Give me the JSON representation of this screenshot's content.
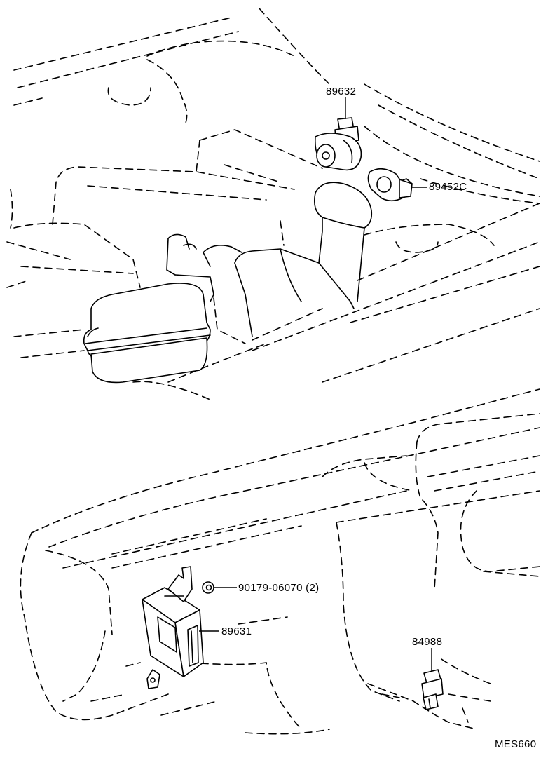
{
  "parts": {
    "p89632": "89632",
    "p89452c": "89452C",
    "p90179": "90179-06070 (2)",
    "p89631": "89631",
    "p84988": "84988"
  },
  "figure_code": "MES660"
}
